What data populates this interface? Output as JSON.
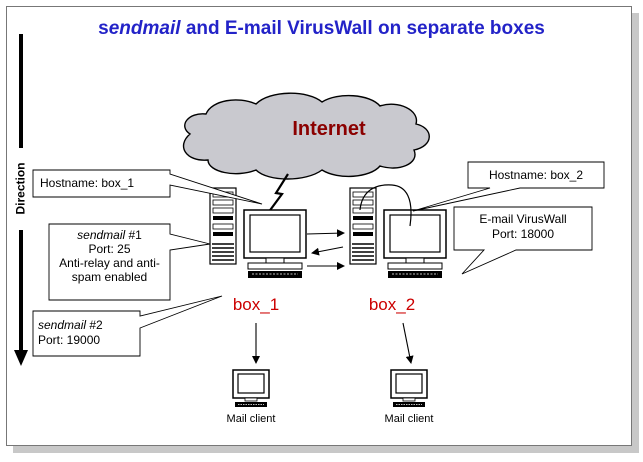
{
  "title": {
    "prefix": "s",
    "emphasis": "endmail",
    "rest": " and E-mail VirusWall on separate boxes"
  },
  "direction_label": "Direction",
  "internet_label": "Internet",
  "callouts": {
    "hostname_box1": "Hostname: box_1",
    "hostname_box2": "Hostname: box_2",
    "sendmail1": {
      "name": "sendmail",
      "suffix": " #1",
      "port": "Port: 25",
      "line3": "Anti-relay and anti-",
      "line4": "spam enabled"
    },
    "sendmail2": {
      "name": "sendmail",
      "suffix": " #2",
      "port": "Port: 19000"
    },
    "viruswall": {
      "name": "E-mail VirusWall",
      "port": "Port: 18000"
    }
  },
  "boxes": {
    "box1": "box_1",
    "box2": "box_2"
  },
  "clients": {
    "client1": "Mail client",
    "client2": "Mail client"
  },
  "colors": {
    "title": "#2323c8",
    "box_label": "#cc0000",
    "internet": "#8b0000",
    "cloud_fill": "#c9c9cf"
  }
}
